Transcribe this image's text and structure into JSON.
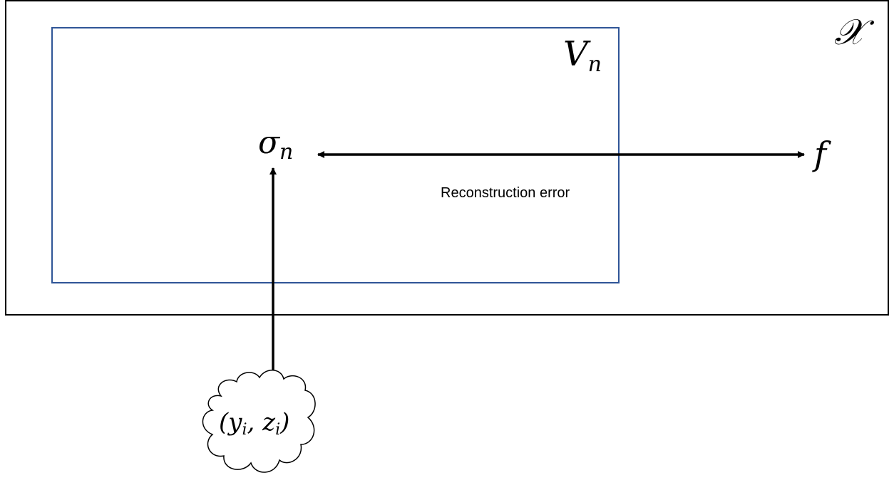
{
  "outer_space": {
    "label": "𝒳"
  },
  "subspace": {
    "label": "V",
    "subscript": "n",
    "border_color": "#2f5597"
  },
  "approximation": {
    "label": "σ",
    "subscript": "n"
  },
  "target": {
    "label": "f"
  },
  "error_arrow": {
    "label": "Reconstruction error"
  },
  "data_cloud": {
    "label": "(y",
    "sub1": "i",
    "mid": ", z",
    "sub2": "i",
    "close": ")"
  },
  "colors": {
    "line": "#000000",
    "subspace_border": "#2f5597"
  }
}
